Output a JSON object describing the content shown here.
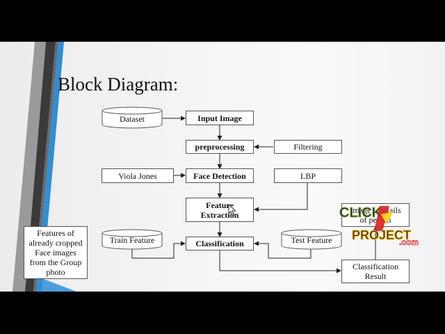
{
  "slide": {
    "title": "Block Diagram:",
    "nodes": {
      "dataset": "Dataset",
      "input_image": "Input Image",
      "preprocessing": "preprocessing",
      "filtering": "Filtering",
      "viola_jones": "Viola Jones",
      "face_detection": "Face Detection",
      "lbp": "LBP",
      "feature_extraction": "Feature Extraction",
      "train_feature": "Train Feature",
      "classification": "Classification",
      "test_feature": "Test Feature",
      "image_details": "Image / Details of person",
      "classification_result": "Classification Result",
      "cropped_features": "Features of already cropped Face images from the Group photo"
    },
    "watermark": {
      "line1": "CLICK",
      "line2": "PROJECT",
      "suffix": ".com"
    },
    "colors": {
      "stripe_blue": "#2e8fd6",
      "stripe_dark": "#3a3a3a",
      "box_border": "#555555"
    }
  }
}
